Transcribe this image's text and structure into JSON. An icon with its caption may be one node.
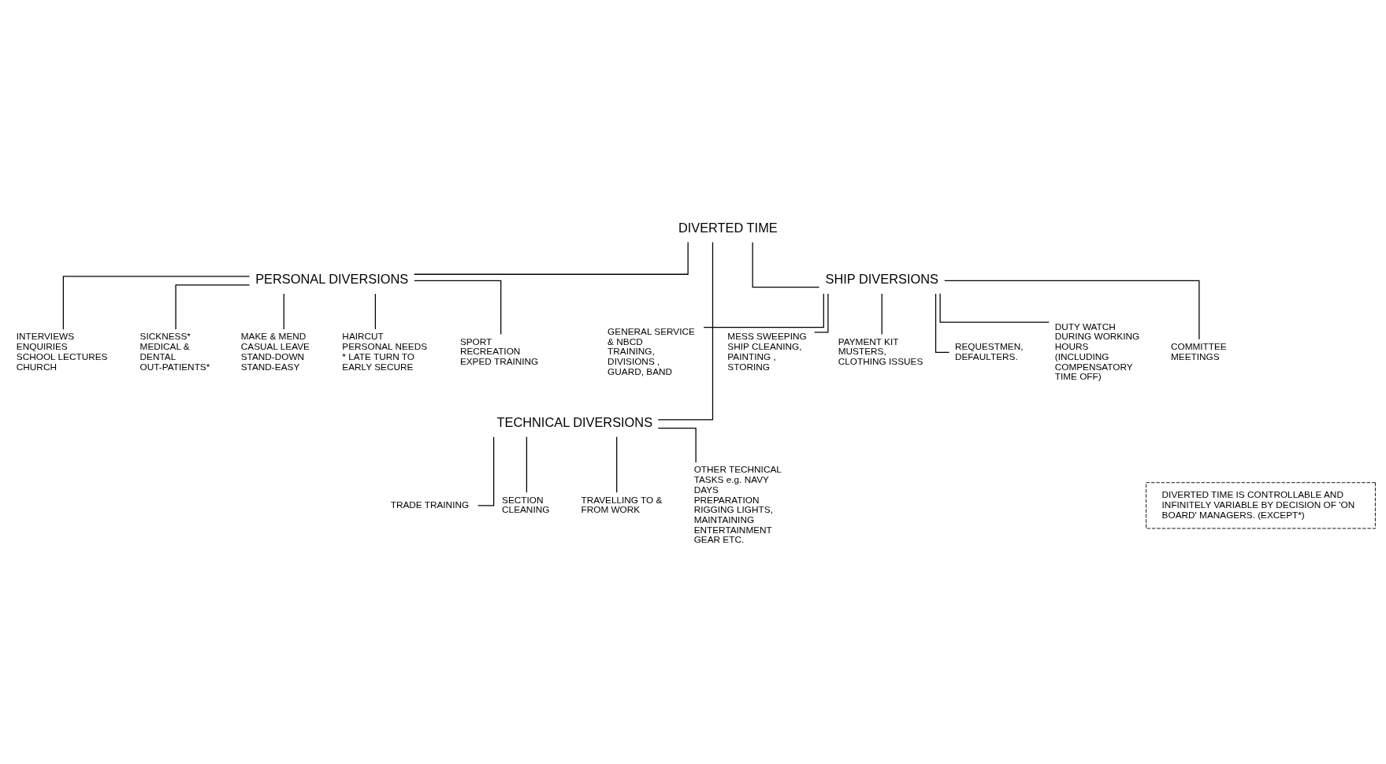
{
  "diagram": {
    "nodes": [
      {
        "text": [
          "DIVERTED TIME"
        ]
      },
      {
        "text": [
          "PERSONAL DIVERSIONS"
        ]
      },
      {
        "text": [
          "TECHNICAL DIVERSIONS"
        ]
      },
      {
        "text": [
          "SHIP DIVERSIONS"
        ]
      },
      {
        "text": [
          "INTERVIEWS ENQUIRIES SCHOOL LECTURES CHURCH"
        ]
      },
      {
        "text": [
          "SICKNESS* MEDICAL & DENTAL OUT-PATIENTS*"
        ]
      },
      {
        "text": [
          "MAKE & MEND CASUAL LEAVE STAND-DOWN STAND-EASY"
        ]
      },
      {
        "text": [
          "HAIRCUT PERSONAL NEEDS * LATE TURN TO EARLY SECURE"
        ]
      },
      {
        "text": [
          "SPORT RECREATION EXPED TRAINING"
        ]
      },
      {
        "text": [
          "TRADE TRAINING"
        ]
      },
      {
        "text": [
          "SECTION CLEANING"
        ]
      },
      {
        "text": [
          "TRAVELLING TO & FROM WORK"
        ]
      },
      {
        "text": [
          "OTHER TECHNICAL TASKS e.g. NAVY DAYS PREPARATION RIGGING LIGHTS, MAINTAINING ENTERTAINMENT GEAR ETC."
        ]
      },
      {
        "text": [
          "GENERAL SERVICE & NBCD TRAINING, DIVISIONS , GUARD, BAND"
        ]
      },
      {
        "text": [
          "MESS SWEEPING SHIP CLEANING, PAINTING , STORING"
        ]
      },
      {
        "text": [
          "PAYMENT KIT MUSTERS, CLOTHING ISSUES"
        ]
      },
      {
        "text": [
          "REQUESTMEN, DEFAULTERS."
        ]
      },
      {
        "text": [
          "DUTY WATCH DURING WORKING HOURS (INCLUDING COMPENSATORY TIME OFF)"
        ]
      },
      {
        "text": [
          "COMMITTEE MEETINGS"
        ]
      },
      {
        "text": [
          "DIVERTED TIME IS CONTROLLABLE AND INFINITELY VARIABLE BY DECISION OF 'ON BOARD' MANAGERS. (EXCEPT*)"
        ]
      }
    ],
    "edges": [
      {
        "from": 0,
        "to": 1,
        "arrow": "none"
      },
      {
        "from": 0,
        "to": 2,
        "arrow": "none"
      },
      {
        "from": 0,
        "to": 3,
        "arrow": "none"
      },
      {
        "from": 1,
        "to": 4,
        "arrow": "none"
      },
      {
        "from": 1,
        "to": 5,
        "arrow": "none"
      },
      {
        "from": 1,
        "to": 6,
        "arrow": "none"
      },
      {
        "from": 1,
        "to": 7,
        "arrow": "none"
      },
      {
        "from": 1,
        "to": 8,
        "arrow": "none"
      },
      {
        "from": 2,
        "to": 9,
        "arrow": "none"
      },
      {
        "from": 2,
        "to": 10,
        "arrow": "none"
      },
      {
        "from": 2,
        "to": 11,
        "arrow": "none"
      },
      {
        "from": 2,
        "to": 12,
        "arrow": "none"
      },
      {
        "from": 3,
        "to": 13,
        "arrow": "none"
      },
      {
        "from": 3,
        "to": 14,
        "arrow": "none"
      },
      {
        "from": 3,
        "to": 15,
        "arrow": "none"
      },
      {
        "from": 3,
        "to": 16,
        "arrow": "none"
      },
      {
        "from": 3,
        "to": 17,
        "arrow": "none"
      },
      {
        "from": 3,
        "to": 18,
        "arrow": "none"
      }
    ]
  }
}
